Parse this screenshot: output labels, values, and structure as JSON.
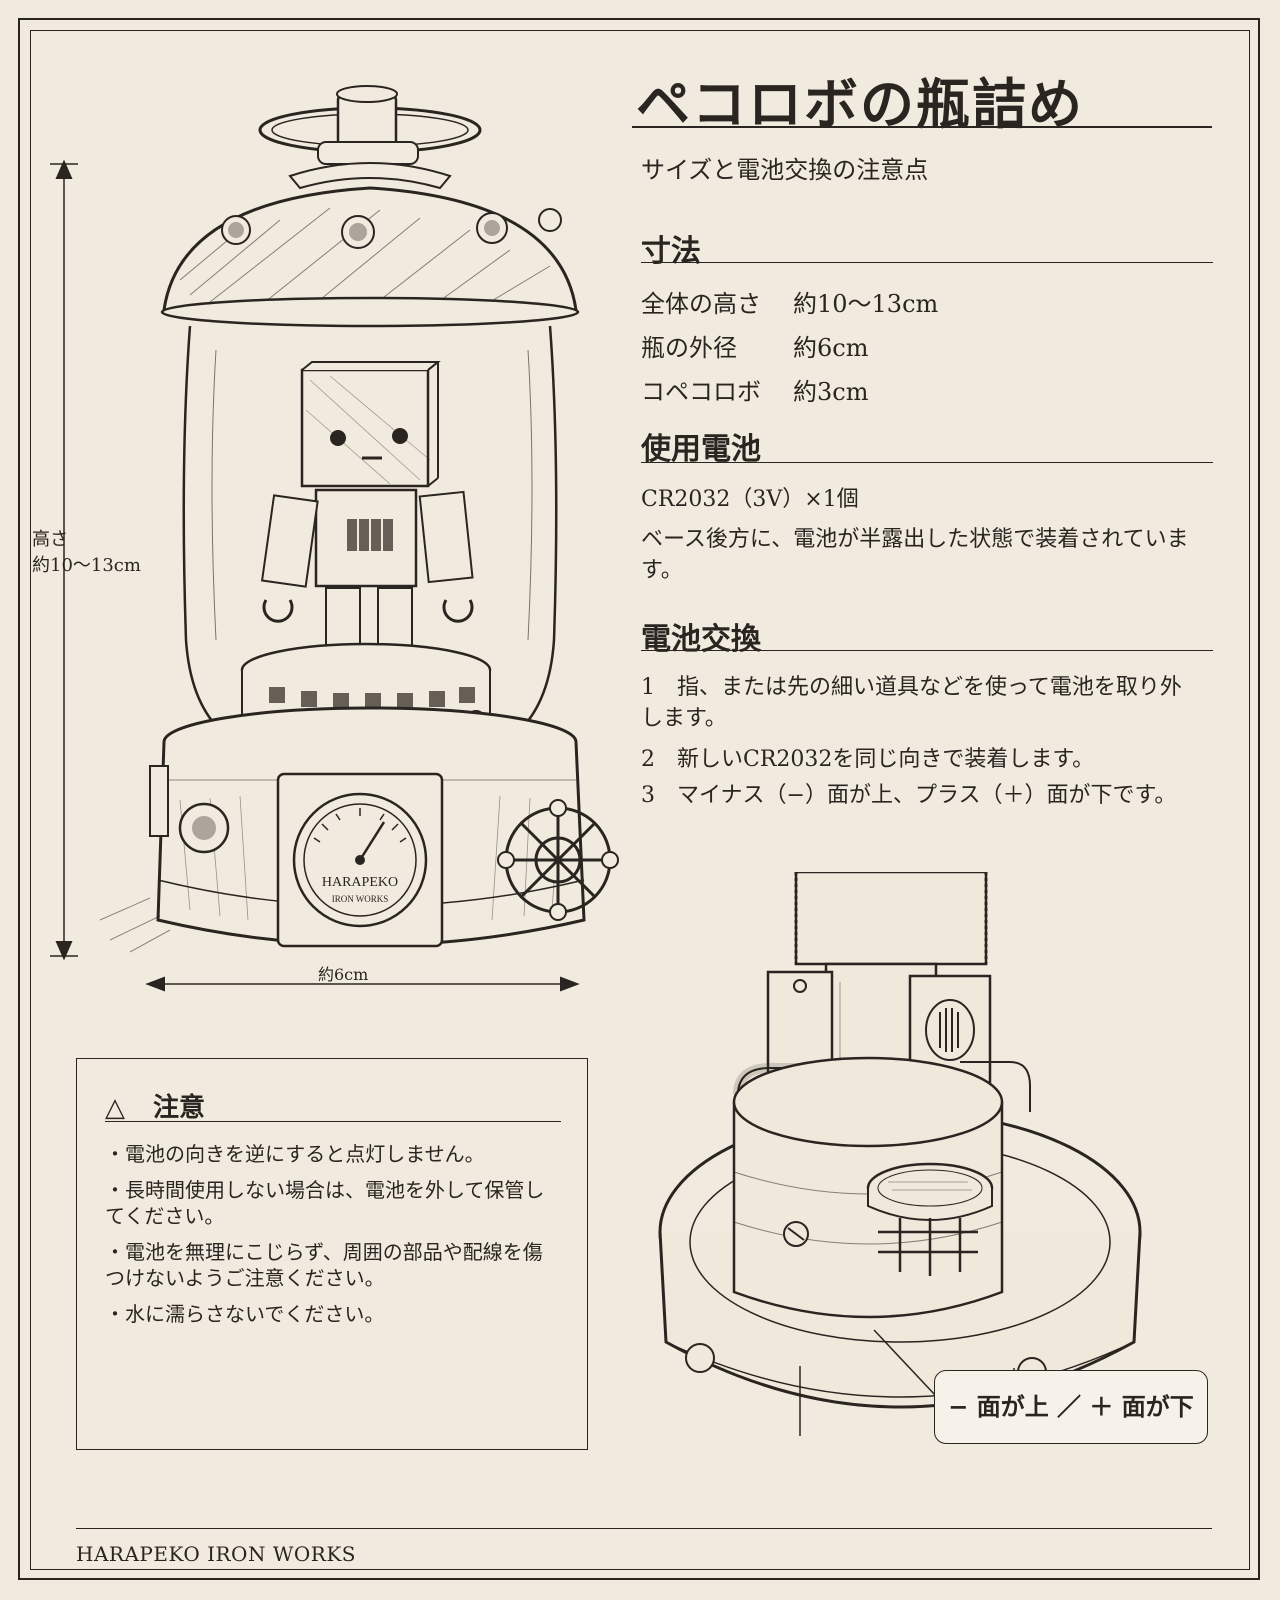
{
  "header": {
    "title": "ペコロボの瓶詰め",
    "subtitle": "サイズと電池交換の注意点"
  },
  "dimensions": {
    "heading": "寸法",
    "rows": [
      {
        "label": "全体の高さ",
        "value": "約10〜13cm"
      },
      {
        "label": "瓶の外径",
        "value": "約6cm"
      },
      {
        "label": "コペコロボ",
        "value": "約3cm"
      }
    ]
  },
  "battery": {
    "heading": "使用電池",
    "model": "CR2032（3V）×1個",
    "description": "ベース後方に、電池が半露出した状態で装着されています。"
  },
  "replacement": {
    "heading": "電池交換",
    "steps": [
      "1　指、または先の細い道具などを使って電池を取り外します。",
      "2　新しいCR2032を同じ向きで装着します。",
      "3　マイナス（−）面が上、プラス（＋）面が下です。"
    ]
  },
  "illustration": {
    "height_label_1": "高さ",
    "height_label_2": "約10〜13cm",
    "width_label": "約6cm",
    "gauge_brand": "HARAPEKO",
    "gauge_sub": "IRON WORKS"
  },
  "caution": {
    "icon": "warning-triangle-icon",
    "icon_glyph": "△",
    "heading": "注意",
    "items": [
      "・電池の向きを逆にすると点灯しません。",
      "・長時間使用しない場合は、電池を外して保管してください。",
      "・電池を無理にこじらず、周囲の部品や配線を傷つけないようご注意ください。",
      "・水に濡らさないでください。"
    ]
  },
  "callout": {
    "text": "− 面が上 ／ ＋ 面が下"
  },
  "footer": {
    "brand": "HARAPEKO IRON WORKS"
  }
}
